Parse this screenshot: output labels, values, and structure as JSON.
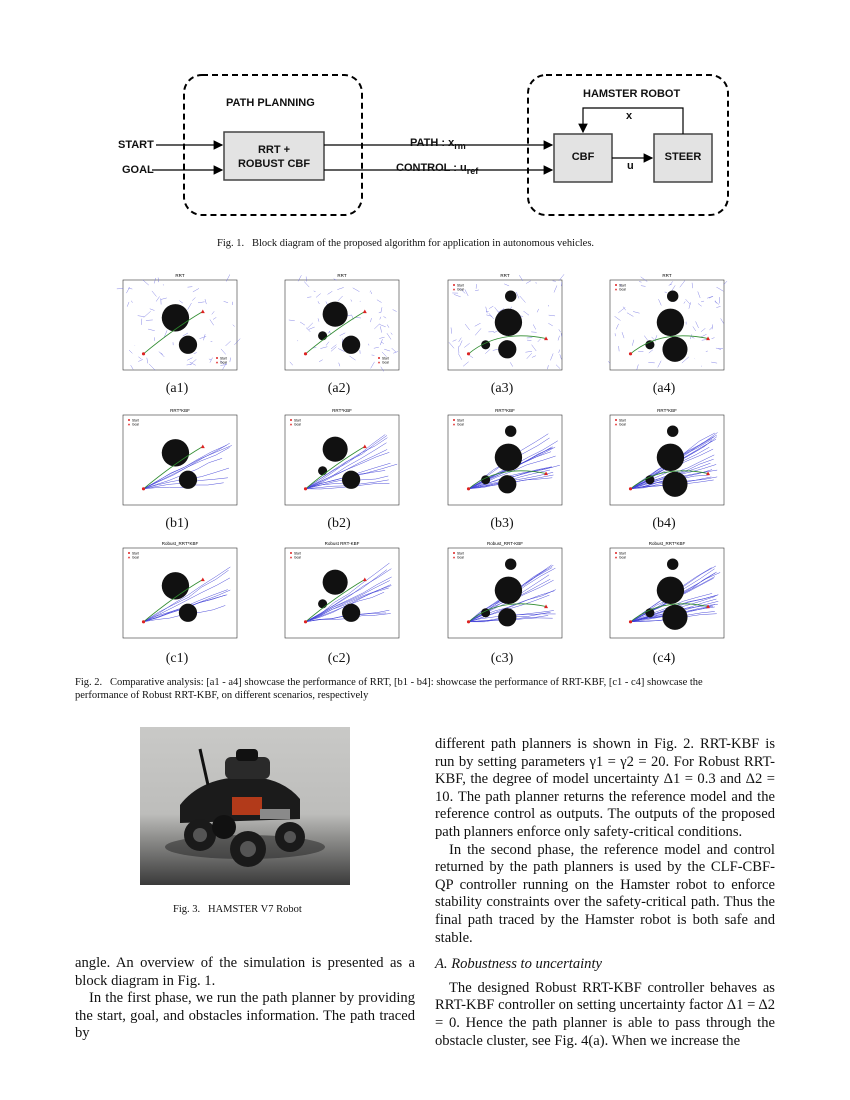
{
  "fig1": {
    "group_left": "PATH PLANNING",
    "group_right": "HAMSTER ROBOT",
    "input_start": "START",
    "input_goal": "GOAL",
    "block_planner_line1": "RRT +",
    "block_planner_line2": "ROBUST CBF",
    "path_label": "PATH : x",
    "path_sub": "rm",
    "control_label": "CONTROL : u",
    "control_sub": "ref",
    "block_cbf": "CBF",
    "block_steer": "STEER",
    "feedback_label": "x",
    "u_label": "u",
    "caption": "Fig. 1.   Block diagram of the proposed algorithm for application in autonomous vehicles."
  },
  "fig2": {
    "rows": [
      {
        "titles": [
          "RRT",
          "RRT",
          "RRT",
          "RRT"
        ],
        "labels": [
          "(a1)",
          "(a2)",
          "(a3)",
          "(a4)"
        ]
      },
      {
        "titles": [
          "RRT*KBF",
          "RRT*KBF",
          "RRT*KBF",
          "RRT*KBF"
        ],
        "labels": [
          "(b1)",
          "(b2)",
          "(b3)",
          "(b4)"
        ]
      },
      {
        "titles": [
          "Robust_RRT*KBF",
          "Robust RRT-KBF",
          "Robust_RRT-KBF",
          "Robust_RRT*KBF"
        ],
        "labels": [
          "(c1)",
          "(c2)",
          "(c3)",
          "(c4)"
        ]
      }
    ],
    "legend_start": "Start",
    "legend_goal": "Goal",
    "caption_line1": "Fig. 2.   Comparative analysis: [a1 - a4] showcase the performance of RRT, [b1 - b4]: showcase the performance of RRT-KBF, [c1 - c4] showcase the",
    "caption_line2": "performance of Robust RRT-KBF, on different scenarios, respectively"
  },
  "fig3": {
    "caption": "Fig. 3.   HAMSTER V7 Robot"
  },
  "left_col": {
    "p1": "angle. An overview of the simulation is presented as a block diagram in Fig. 1.",
    "p2": "In the first phase, we run the path planner by providing the start, goal, and obstacles information. The path traced by"
  },
  "right_col": {
    "p1": "different path planners is shown in Fig. 2. RRT-KBF is run by setting parameters γ1 = γ2 = 20. For Robust RRT-KBF, the degree of model uncertainty Δ1 = 0.3 and Δ2 = 10. The path planner returns the reference model and the reference control as outputs. The outputs of the proposed path planners enforce only safety-critical conditions.",
    "p2": "In the second phase, the reference model and control returned by the path planners is used by the CLF-CBF-QP controller running on the Hamster robot to enforce stability constraints over the safety-critical path. Thus the final path traced by the Hamster robot is both safe and stable.",
    "section": "A. Robustness to uncertainty",
    "p3": "The designed Robust RRT-KBF controller behaves as RRT-KBF controller on setting uncertainty factor Δ1 = Δ2 = 0. Hence the path planner is able to pass through the obstacle cluster, see Fig. 4(a). When we increase the"
  }
}
